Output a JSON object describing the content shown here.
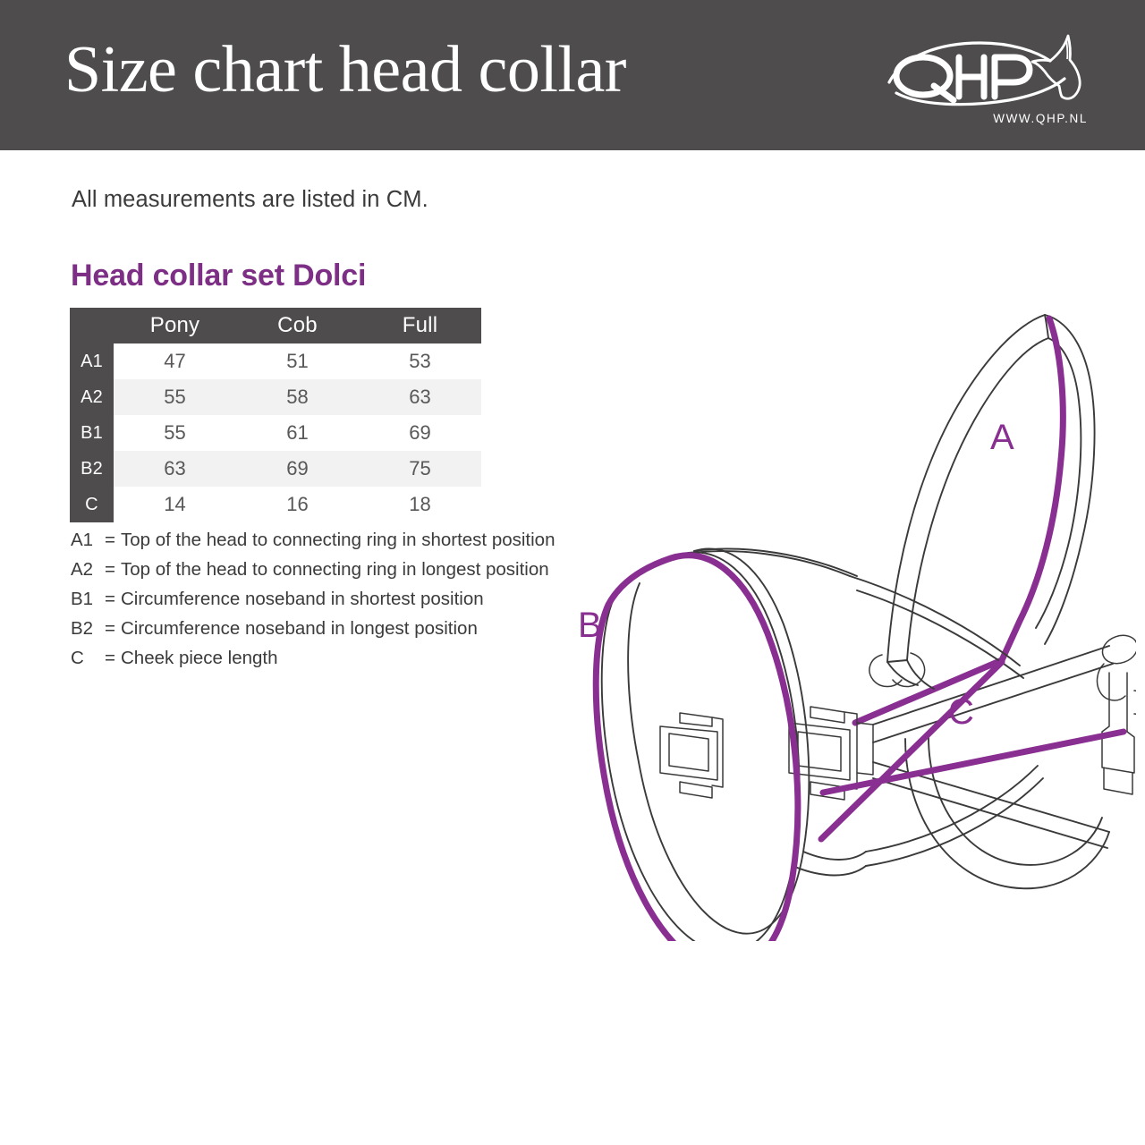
{
  "header": {
    "title": "Size chart head collar",
    "logo_text": "QHP",
    "logo_url": "WWW.QHP.NL",
    "logo_icon": "horse-head-icon",
    "background_color": "#4e4c4d"
  },
  "body": {
    "measurement_note": "All measurements are listed in CM.",
    "set_title": "Head collar set Dolci",
    "accent_color": "#7d2e85"
  },
  "chart_data": {
    "type": "table",
    "title": "Head collar set Dolci",
    "subtitle": "All measurements are listed in CM.",
    "unit": "CM",
    "corner_label": "",
    "categories": [
      "Pony",
      "Cob",
      "Full"
    ],
    "row_labels": [
      "A1",
      "A2",
      "B1",
      "B2",
      "C"
    ],
    "rows": [
      {
        "label": "A1",
        "values": [
          "47",
          "51",
          "53"
        ]
      },
      {
        "label": "A2",
        "values": [
          "55",
          "58",
          "63"
        ]
      },
      {
        "label": "B1",
        "values": [
          "55",
          "61",
          "69"
        ]
      },
      {
        "label": "B2",
        "values": [
          "63",
          "69",
          "75"
        ]
      },
      {
        "label": "C",
        "values": [
          "14",
          "16",
          "18"
        ]
      }
    ],
    "series": [
      {
        "name": "Pony",
        "values": [
          47,
          55,
          55,
          63,
          14
        ]
      },
      {
        "name": "Cob",
        "values": [
          51,
          58,
          61,
          69,
          16
        ]
      },
      {
        "name": "Full",
        "values": [
          53,
          63,
          69,
          75,
          18
        ]
      }
    ]
  },
  "legend": [
    {
      "key": "A1",
      "eq": "=",
      "text": "Top of the head to connecting ring in shortest position"
    },
    {
      "key": "A2",
      "eq": "=",
      "text": "Top of the head to connecting ring in longest position"
    },
    {
      "key": "B1",
      "eq": "=",
      "text": "Circumference noseband in shortest position"
    },
    {
      "key": "B2",
      "eq": "=",
      "text": "Circumference noseband in longest position"
    },
    {
      "key": "C",
      "eq": "=",
      "text": "Cheek piece length"
    }
  ],
  "diagram": {
    "name": "head-collar-halter-diagram",
    "measurement_color": "#8a2f92",
    "outline_color": "#3a3a3a",
    "labels": [
      {
        "id": "A",
        "text": "A",
        "meaning": "crown piece to connecting ring"
      },
      {
        "id": "B",
        "text": "B",
        "meaning": "noseband circumference"
      },
      {
        "id": "C",
        "text": "C",
        "meaning": "cheek piece length"
      }
    ]
  }
}
